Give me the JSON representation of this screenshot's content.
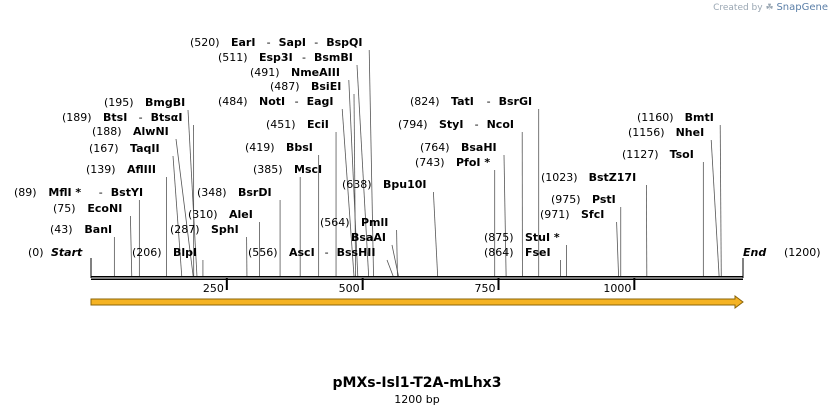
{
  "credit": {
    "prefix": "Created by",
    "brand": "SnapGene"
  },
  "sequence": {
    "name": "pMXs-Isl1-T2A-mLhx3",
    "length_label": "1200 bp",
    "length": 1200
  },
  "ends": {
    "start_label": "Start",
    "start_pos": "(0)",
    "end_label": "End",
    "end_pos": "(1200)"
  },
  "ticks": [
    {
      "value": 250,
      "label": "250"
    },
    {
      "value": 500,
      "label": "500"
    },
    {
      "value": 750,
      "label": "750"
    },
    {
      "value": 1000,
      "label": "1000"
    }
  ],
  "feature": {
    "from": 0,
    "to": 1200,
    "color": "#f5b323",
    "outline": "#8a6408"
  },
  "sites": [
    {
      "pos": 43,
      "text": "(43)",
      "names": [
        "BanI"
      ]
    },
    {
      "pos": 75,
      "text": "(75)",
      "names": [
        "EcoNI"
      ]
    },
    {
      "pos": 89,
      "text": "(89)",
      "names": [
        "MflI *",
        "BstYI"
      ]
    },
    {
      "pos": 139,
      "text": "(139)",
      "names": [
        "AflIII"
      ]
    },
    {
      "pos": 167,
      "text": "(167)",
      "names": [
        "TaqII"
      ]
    },
    {
      "pos": 188,
      "text": "(188)",
      "names": [
        "AlwNI"
      ]
    },
    {
      "pos": 189,
      "text": "(189)",
      "names": [
        "BtsI",
        "BtsαI"
      ]
    },
    {
      "pos": 195,
      "text": "(195)",
      "names": [
        "BmgBI"
      ]
    },
    {
      "pos": 206,
      "text": "(206)",
      "names": [
        "BlpI"
      ]
    },
    {
      "pos": 287,
      "text": "(287)",
      "names": [
        "SphI"
      ]
    },
    {
      "pos": 310,
      "text": "(310)",
      "names": [
        "AleI"
      ]
    },
    {
      "pos": 348,
      "text": "(348)",
      "names": [
        "BsrDI"
      ]
    },
    {
      "pos": 385,
      "text": "(385)",
      "names": [
        "MscI"
      ]
    },
    {
      "pos": 419,
      "text": "(419)",
      "names": [
        "BbsI"
      ]
    },
    {
      "pos": 451,
      "text": "(451)",
      "names": [
        "EciI"
      ]
    },
    {
      "pos": 484,
      "text": "(484)",
      "names": [
        "NotI",
        "EagI"
      ]
    },
    {
      "pos": 487,
      "text": "(487)",
      "names": [
        "BsiEI"
      ]
    },
    {
      "pos": 491,
      "text": "(491)",
      "names": [
        "NmeAIII"
      ]
    },
    {
      "pos": 511,
      "text": "(511)",
      "names": [
        "Esp3I",
        "BsmBI"
      ]
    },
    {
      "pos": 520,
      "text": "(520)",
      "names": [
        "EarI",
        "SapI",
        "BspQI"
      ]
    },
    {
      "pos": 556,
      "text": "(556)",
      "names": [
        "AscI",
        "BssHII"
      ]
    },
    {
      "pos": 564,
      "text": "(564)",
      "names": [
        "PmlI"
      ]
    },
    {
      "pos": 638,
      "text": "(638)",
      "names": [
        "Bpu10I"
      ]
    },
    {
      "pos": 743,
      "text": "(743)",
      "names": [
        "PfoI *"
      ]
    },
    {
      "pos": 764,
      "text": "(764)",
      "names": [
        "BsaHI"
      ]
    },
    {
      "pos": 794,
      "text": "(794)",
      "names": [
        "StyI",
        "NcoI"
      ]
    },
    {
      "pos": 824,
      "text": "(824)",
      "names": [
        "TatI",
        "BsrGI"
      ]
    },
    {
      "pos": 864,
      "text": "(864)",
      "names": [
        "FseI"
      ]
    },
    {
      "pos": 875,
      "text": "(875)",
      "names": [
        "StuI *"
      ]
    },
    {
      "pos": 971,
      "text": "(971)",
      "names": [
        "SfcI"
      ]
    },
    {
      "pos": 975,
      "text": "(975)",
      "names": [
        "PstI"
      ]
    },
    {
      "pos": 1023,
      "text": "(1023)",
      "names": [
        "BstZ17I"
      ]
    },
    {
      "pos": 1127,
      "text": "(1127)",
      "names": [
        "TsoI"
      ]
    },
    {
      "pos": 1156,
      "text": "(1156)",
      "names": [
        "NheI"
      ]
    },
    {
      "pos": 1160,
      "text": "(1160)",
      "names": [
        "BmtI"
      ]
    }
  ],
  "unplaced_sites": [
    {
      "text": "",
      "names": [
        "BsaAI"
      ]
    }
  ]
}
